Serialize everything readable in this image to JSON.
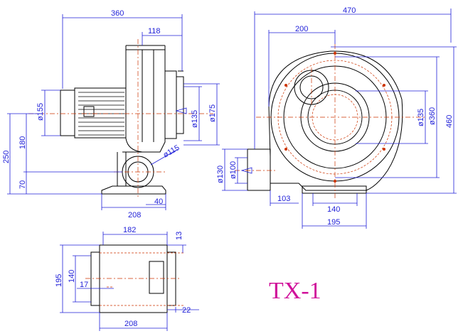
{
  "model": "TX-1",
  "dims": {
    "side_width": "360",
    "side_outlet_width": "118",
    "motor_dia": "ø155",
    "inner_dia": "ø135",
    "outer_dia": "ø175",
    "inlet_dia": "ø115",
    "overall_height": "250",
    "center_height": "180",
    "base_height": "70",
    "base_length": "208",
    "base_offset": "40",
    "front_width": "470",
    "front_partial": "200",
    "front_flange_inner": "ø135",
    "front_flange_outer": "ø360",
    "front_height": "460",
    "outlet_outer": "ø130",
    "outlet_inner": "ø100",
    "outlet_offset": "103",
    "front_base_inner": "140",
    "front_base_outer": "195",
    "bottom_width": "182",
    "bottom_tab": "13",
    "bottom_height": "195",
    "bottom_inner": "140",
    "bottom_slot": "17",
    "bottom_right": "22",
    "bottom_length": "208"
  }
}
